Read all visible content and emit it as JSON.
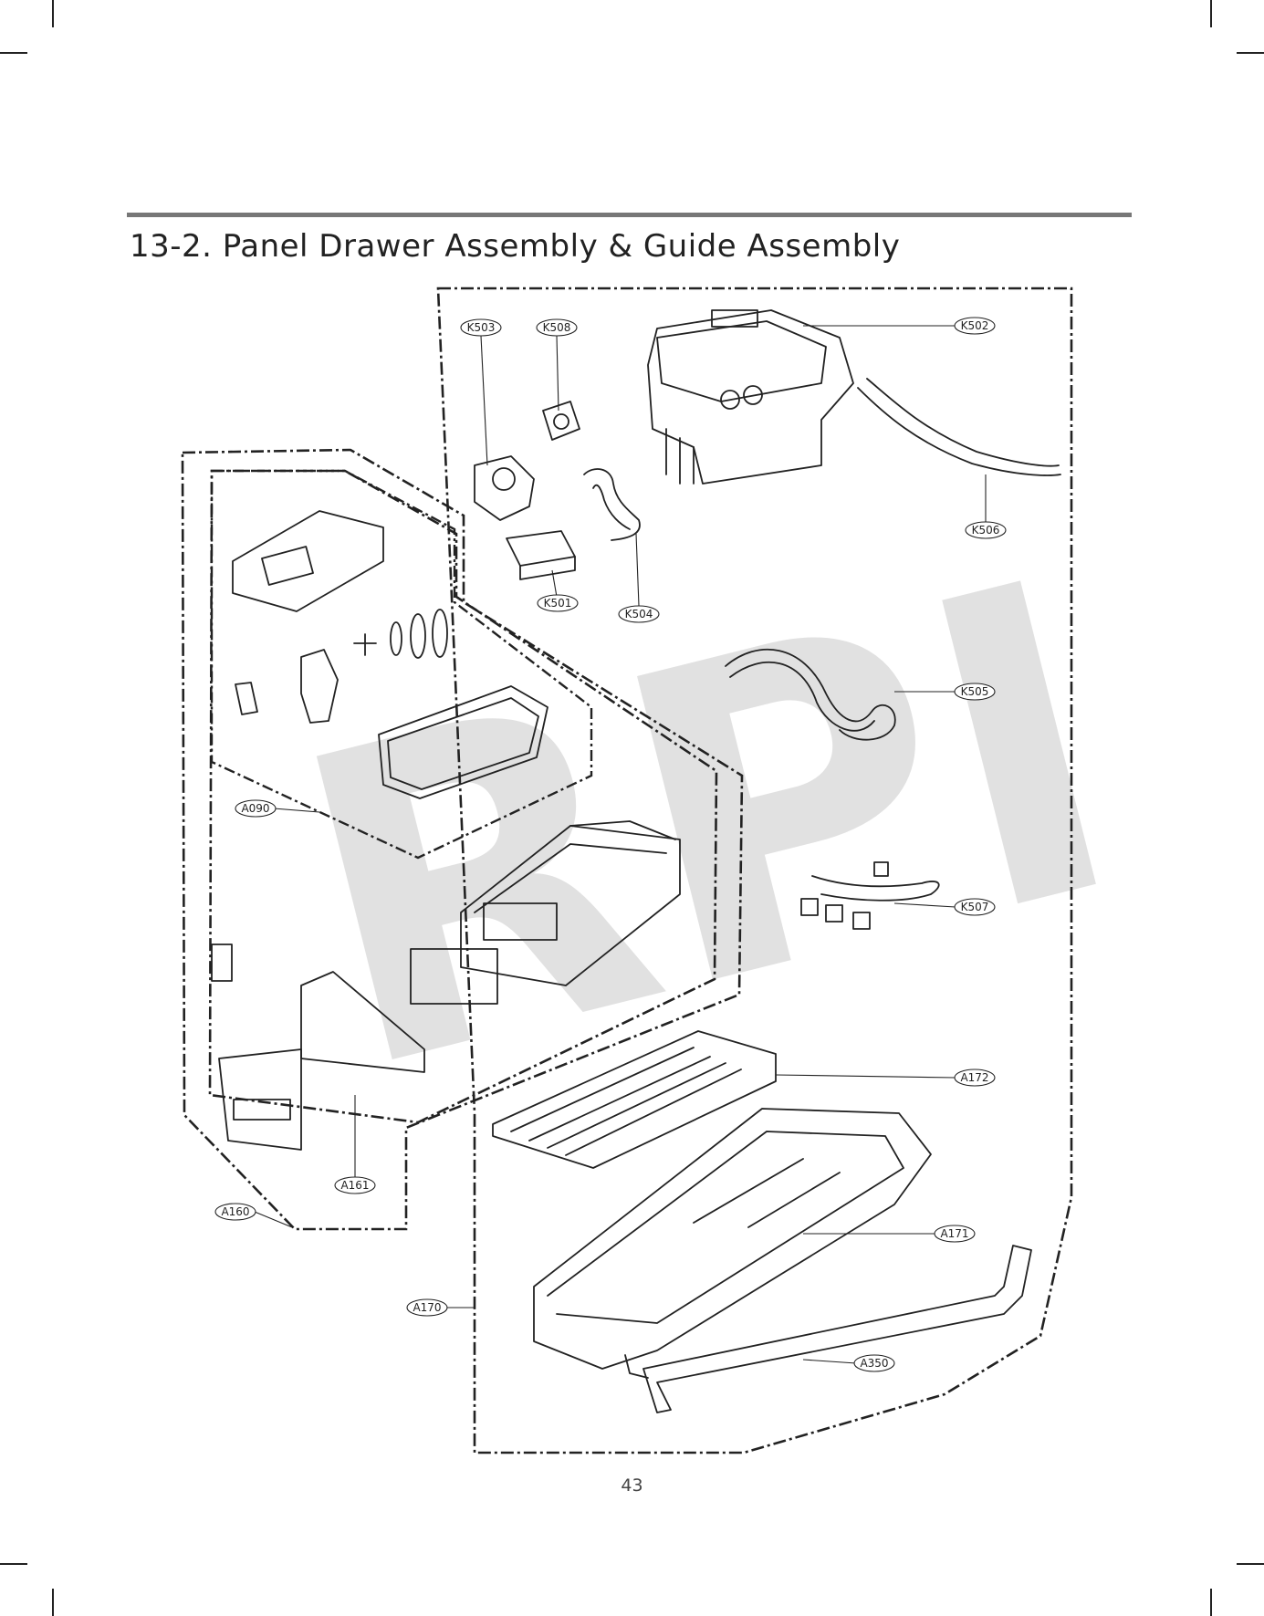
{
  "page": {
    "title": "13-2. Panel Drawer Assembly & Guide Assembly",
    "page_number": "43"
  },
  "watermark": {
    "text": "RPI"
  },
  "callouts": [
    {
      "id": "k503",
      "label": "K503"
    },
    {
      "id": "k508",
      "label": "K508"
    },
    {
      "id": "k502",
      "label": "K502"
    },
    {
      "id": "k506",
      "label": "K506"
    },
    {
      "id": "k501",
      "label": "K501"
    },
    {
      "id": "k504",
      "label": "K504"
    },
    {
      "id": "k505",
      "label": "K505"
    },
    {
      "id": "a090",
      "label": "A090"
    },
    {
      "id": "k507",
      "label": "K507"
    },
    {
      "id": "a172",
      "label": "A172"
    },
    {
      "id": "a161",
      "label": "A161"
    },
    {
      "id": "a160",
      "label": "A160"
    },
    {
      "id": "a171",
      "label": "A171"
    },
    {
      "id": "a170",
      "label": "A170"
    },
    {
      "id": "a350",
      "label": "A350"
    }
  ],
  "colors": {
    "line": "#222222",
    "rule": "#777777",
    "watermark": "#c8c8c8"
  }
}
